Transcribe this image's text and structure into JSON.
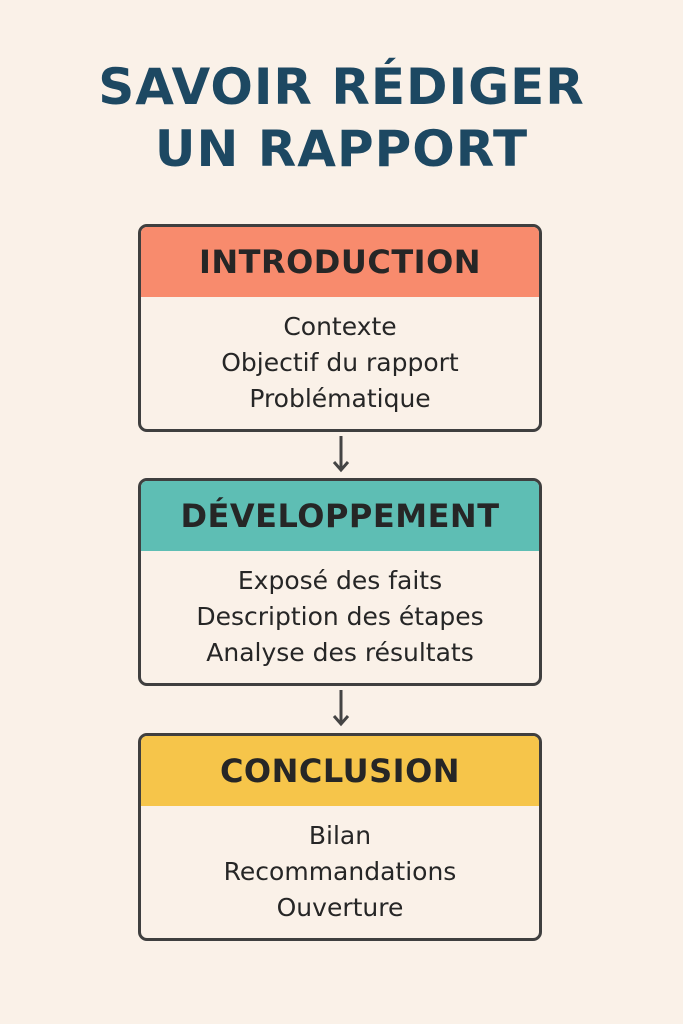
{
  "title": {
    "line1": "SAVOIR RÉDIGER",
    "line2": "UN RAPPORT"
  },
  "sections": [
    {
      "heading": "INTRODUCTION",
      "color": "#f88b6d",
      "items": [
        "Contexte",
        "Objectif du rapport",
        "Problématique"
      ]
    },
    {
      "heading": "DÉVELOPPEMENT",
      "color": "#5ebeb4",
      "items": [
        "Exposé des faits",
        "Description des étapes",
        "Analyse des résultats"
      ]
    },
    {
      "heading": "CONCLUSION",
      "color": "#f6c54a",
      "items": [
        "Bilan",
        "Recommandations",
        "Ouverture"
      ]
    }
  ]
}
